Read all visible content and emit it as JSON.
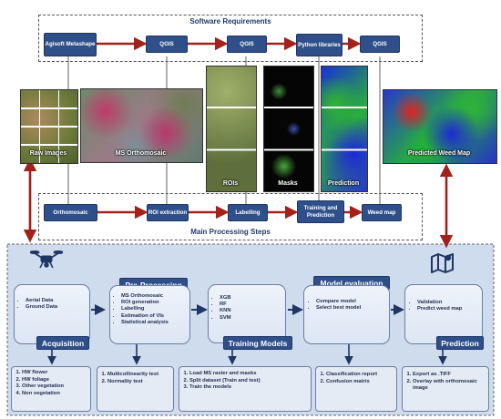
{
  "top": {
    "software_title": "Software Requirements",
    "software": [
      "Agisoft Metashape",
      "QGIS",
      "QGIS",
      "Python libraries",
      "QGIS"
    ],
    "images": [
      "Raw Images",
      "MS Orthomosaic",
      "ROIs",
      "Masks",
      "Prediction",
      "Predicted Weed Map"
    ],
    "main_title": "Main Processing Steps",
    "steps": [
      "Orthomosaic",
      "ROI extraction",
      "Labelling",
      "Training and Prediction",
      "Weed map"
    ]
  },
  "bottom": {
    "acquisition": {
      "title": "Acquisition",
      "bullets": [
        "Aerial Data",
        "Ground Data"
      ],
      "details": [
        "HW flower",
        "HW foliage",
        "Other vegetation",
        "Non vegetation"
      ]
    },
    "preprocessing": {
      "title": "Pre-Processing",
      "bullets": [
        "MS Orthomosaic",
        "ROI generation",
        "Labelling",
        "Estimation of VIs",
        "Statistical analysis"
      ],
      "details": [
        "Multicollinearity test",
        "Normality test"
      ]
    },
    "training": {
      "title": "Training Models",
      "bullets": [
        "XGB",
        "RF",
        "KNN",
        "SVM"
      ],
      "details": [
        "Load MS raster and masks",
        "Split dataset (Train and test)",
        "Train the models"
      ]
    },
    "evaluation": {
      "title": "Model evaluation",
      "bullets": [
        "Compare model",
        "Select best model"
      ],
      "details": [
        "Classification report",
        "Confusion matrix"
      ]
    },
    "prediction": {
      "title": "Prediction",
      "bullets": [
        "Validation",
        "Predict weed map"
      ],
      "details": [
        "Export as .TIFF",
        "Overlay with orthomosaic image"
      ]
    }
  },
  "icons": [
    "drone-icon",
    "map-icon"
  ],
  "colors": {
    "navy": "#2f4f8a",
    "arrow_red": "#a3201b",
    "panel_bg": "#cfdcee"
  }
}
